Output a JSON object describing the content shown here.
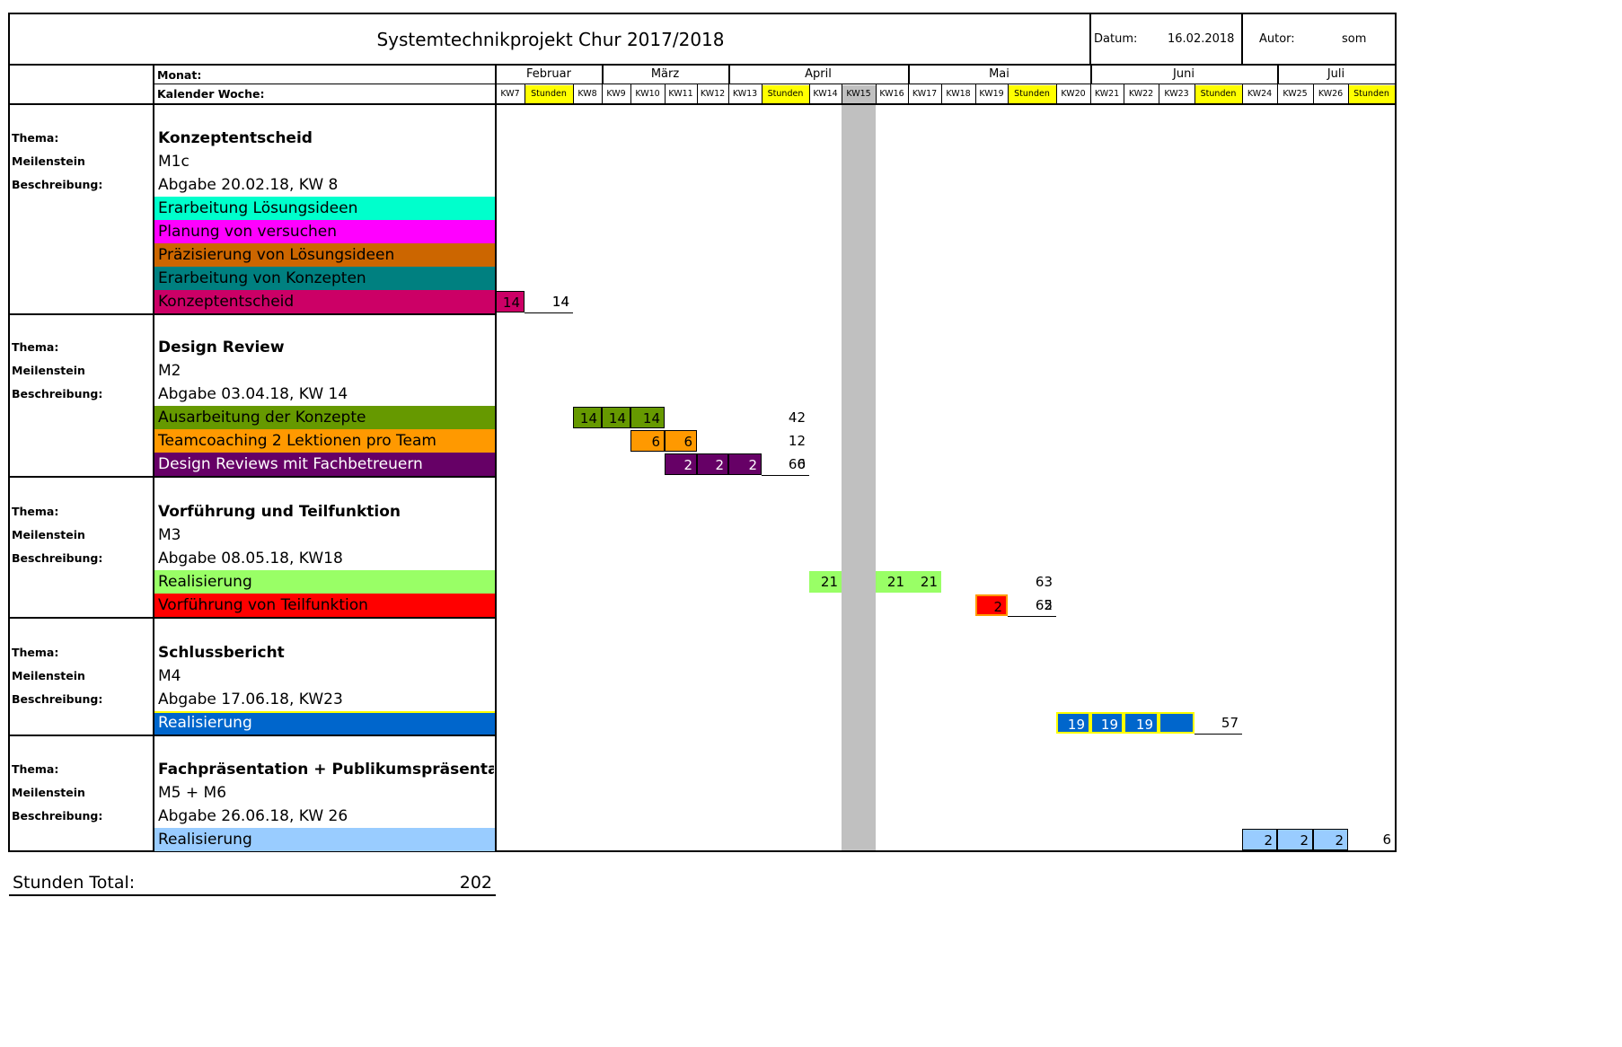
{
  "header": {
    "title": "Systemtechnikprojekt Chur 2017/2018",
    "date_label": "Datum:",
    "date_value": "16.02.2018",
    "author_label": "Autor:",
    "author_value": "som",
    "month_label": "Monat:",
    "week_label": "Kalender Woche:"
  },
  "months": [
    "Februar",
    "März",
    "April",
    "Mai",
    "Juni",
    "Juli"
  ],
  "weeks": [
    "KW7",
    "Stunden",
    "KW8",
    "KW9",
    "KW10",
    "KW11",
    "KW12",
    "KW13",
    "Stunden",
    "KW14",
    "KW15",
    "KW16",
    "KW17",
    "KW18",
    "KW19",
    "Stunden",
    "KW20",
    "KW21",
    "KW22",
    "KW23",
    "Stunden",
    "KW24",
    "KW25",
    "KW26",
    "Stunden"
  ],
  "labels": {
    "thema": "Thema:",
    "meilenstein": "Meilenstein",
    "beschreibung": "Beschreibung:"
  },
  "sections": [
    {
      "thema": "Konzeptentscheid",
      "meilenstein": "M1c",
      "beschreibung": "Abgabe 20.02.18, KW 8",
      "tasks": [
        {
          "label": "Erarbeitung Lösungsideen",
          "color": "#00ffcc",
          "text_color": "#000000"
        },
        {
          "label": "Planung von versuchen",
          "color": "#ff00ff",
          "text_color": "#000000"
        },
        {
          "label": "Präzisierung von Lösungsideen",
          "color": "#cc6600",
          "text_color": "#000000"
        },
        {
          "label": "Erarbeitung von Konzepten",
          "color": "#008080",
          "text_color": "#000000"
        },
        {
          "label": "Konzeptentscheid",
          "color": "#cc0066",
          "text_color": "#000000",
          "hours": [
            "14"
          ],
          "row_total": "14"
        }
      ],
      "section_total": "14"
    },
    {
      "thema": "Design Review",
      "meilenstein": "M2",
      "beschreibung": "Abgabe 03.04.18, KW 14",
      "tasks": [
        {
          "label": "Ausarbeitung der Konzepte",
          "color": "#669900",
          "text_color": "#000000",
          "hours": [
            "14",
            "14",
            "14"
          ],
          "row_total": "42"
        },
        {
          "label": "Teamcoaching 2 Lektionen pro Team",
          "color": "#ff9900",
          "text_color": "#000000",
          "hours": [
            "6",
            "6"
          ],
          "row_total": "12"
        },
        {
          "label": "Design Reviews mit Fachbetreuern",
          "color": "#660066",
          "text_color": "#ffffff",
          "hours": [
            "2",
            "2",
            "2"
          ],
          "row_total": "6"
        }
      ],
      "section_total": "60"
    },
    {
      "thema": "Vorführung und Teilfunktion",
      "meilenstein": "M3",
      "beschreibung": "Abgabe 08.05.18, KW18",
      "tasks": [
        {
          "label": "Realisierung",
          "color": "#99ff66",
          "text_color": "#000000",
          "hours": [
            "21",
            "21",
            "21"
          ],
          "row_total": "63"
        },
        {
          "label": "Vorführung von Teilfunktion",
          "color": "#ff0000",
          "text_color": "#000000",
          "hours": [
            "2"
          ],
          "row_total": "2"
        }
      ],
      "section_total": "65"
    },
    {
      "thema": "Schlussbericht",
      "meilenstein": "M4",
      "beschreibung": "Abgabe 17.06.18, KW23",
      "tasks": [
        {
          "label": "Realisierung",
          "color": "#0066cc",
          "text_color": "#ffffff",
          "hours": [
            "19",
            "19",
            "19"
          ],
          "row_total": "57"
        }
      ]
    },
    {
      "thema": "Fachpräsentation + Publikumspräsentation",
      "meilenstein": "M5 + M6",
      "beschreibung": "Abgabe 26.06.18, KW 26",
      "tasks": [
        {
          "label": "Realisierung",
          "color": "#99ccff",
          "text_color": "#000000",
          "hours": [
            "2",
            "2",
            "2"
          ],
          "row_total": "6"
        }
      ]
    }
  ],
  "footer": {
    "label": "Stunden Total:",
    "value": "202"
  },
  "colors": {
    "highlight": "#ffff00",
    "week_marker": "#c0c0c0",
    "m4_border": "#ffff00",
    "m3_border": "#ff9900"
  }
}
